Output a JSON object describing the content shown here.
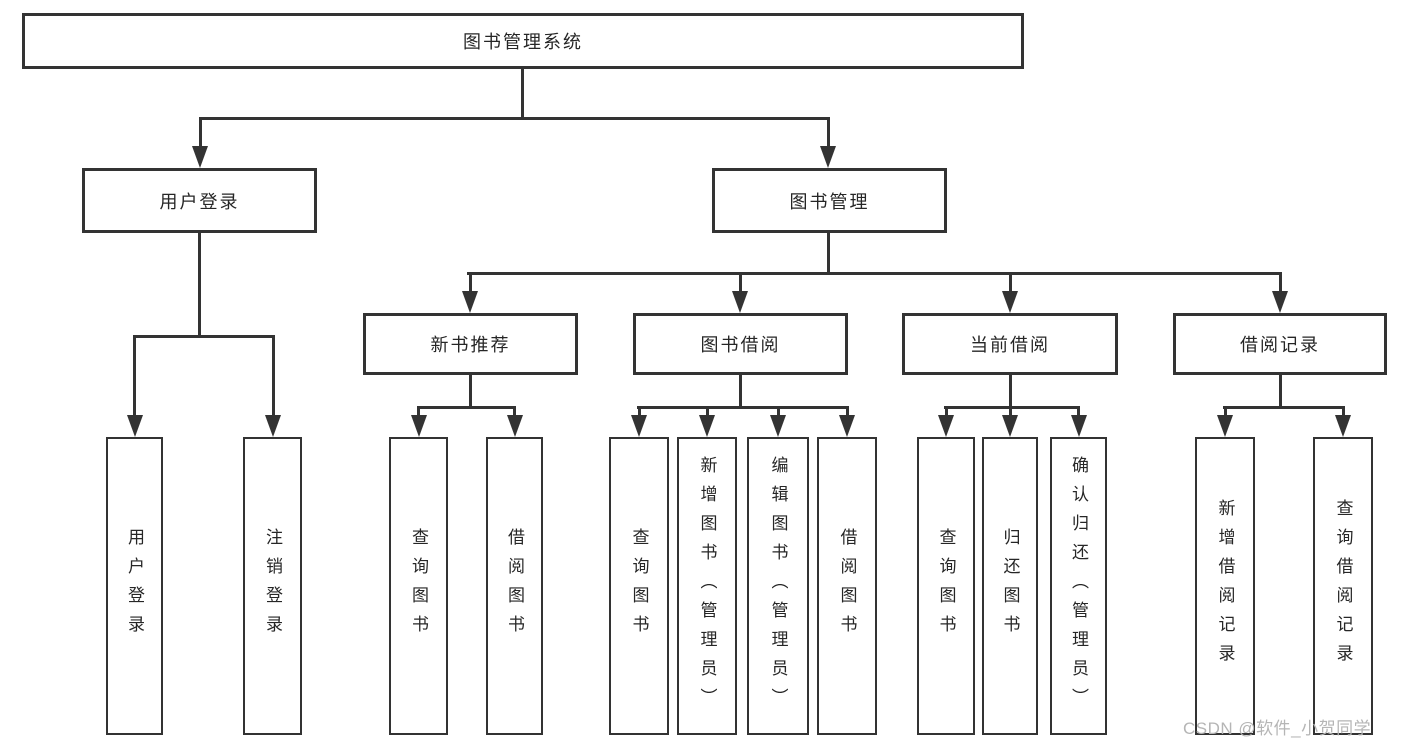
{
  "tree": {
    "root": "图书管理系统",
    "branches": [
      {
        "label": "用户登录",
        "children": [
          "用户登录",
          "注销登录"
        ]
      },
      {
        "label": "图书管理",
        "groups": [
          {
            "label": "新书推荐",
            "children": [
              "查询图书",
              "借阅图书"
            ]
          },
          {
            "label": "图书借阅",
            "children": [
              "查询图书",
              "新增图书（管理员）",
              "编辑图书（管理员）",
              "借阅图书"
            ]
          },
          {
            "label": "当前借阅",
            "children": [
              "查询图书",
              "归还图书",
              "确认归还（管理员）"
            ]
          },
          {
            "label": "借阅记录",
            "children": [
              "新增借阅记录",
              "查询借阅记录"
            ]
          }
        ]
      }
    ]
  },
  "watermark": "CSDN @软件_小贺同学",
  "colors": {
    "line": "#333333",
    "border": "#333333",
    "text": "#262626",
    "watermark": "#b5b5b5",
    "background": "#ffffff"
  }
}
